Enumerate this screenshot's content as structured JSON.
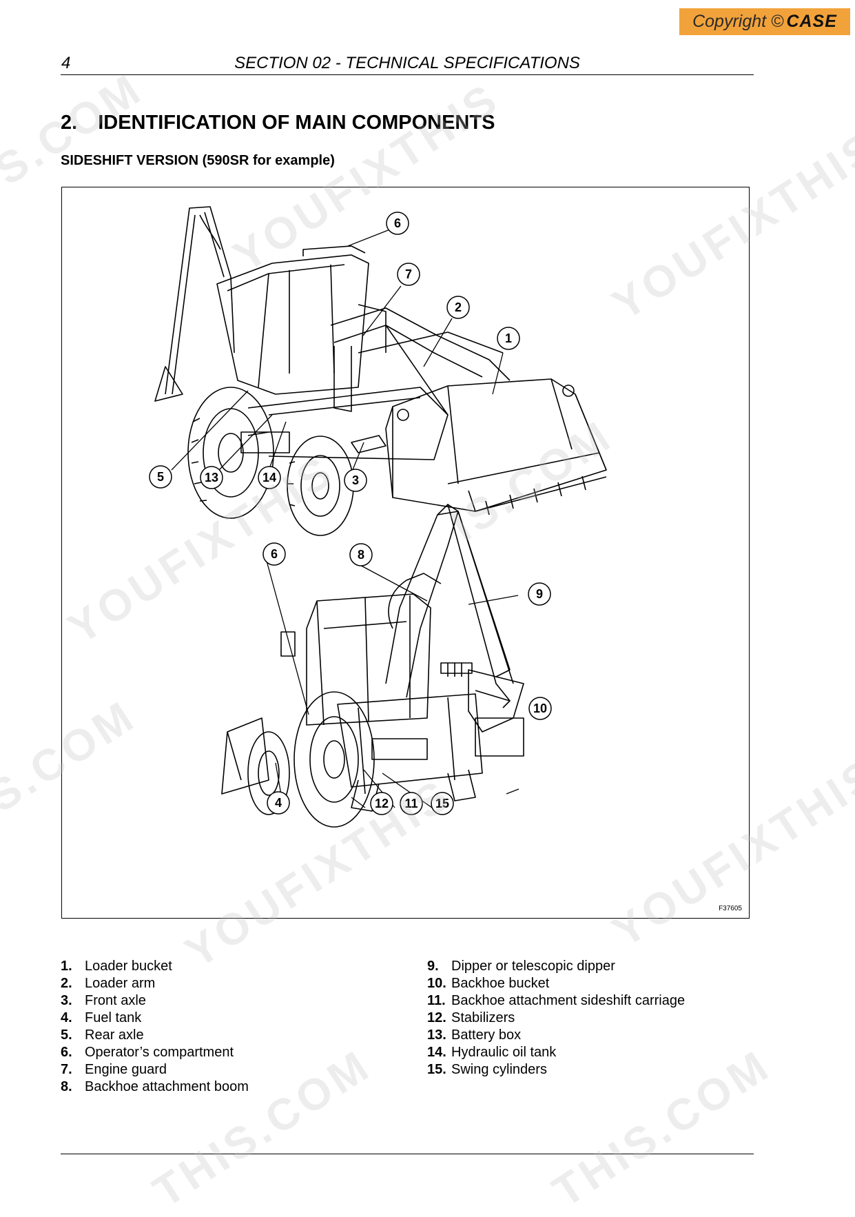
{
  "copyright": {
    "text": "Copyright ©",
    "brand": "CASE"
  },
  "header": {
    "page_number": "4",
    "section_title": "SECTION 02 - TECHNICAL SPECIFICATIONS"
  },
  "heading": {
    "number": "2.",
    "title": "IDENTIFICATION OF MAIN COMPONENTS"
  },
  "subheading": "SIDESHIFT VERSION (590SR for example)",
  "figure": {
    "code": "F37605",
    "top_callouts": [
      "6",
      "7",
      "2",
      "1",
      "5",
      "13",
      "14",
      "3"
    ],
    "bottom_callouts": [
      "6",
      "8",
      "9",
      "10",
      "4",
      "12",
      "11",
      "15"
    ]
  },
  "legend_left": [
    {
      "num": "1.",
      "label": "Loader bucket"
    },
    {
      "num": "2.",
      "label": "Loader arm"
    },
    {
      "num": "3.",
      "label": "Front axle"
    },
    {
      "num": "4.",
      "label": "Fuel tank"
    },
    {
      "num": "5.",
      "label": "Rear axle"
    },
    {
      "num": "6.",
      "label": "Operator’s compartment"
    },
    {
      "num": "7.",
      "label": "Engine guard"
    },
    {
      "num": "8.",
      "label": "Backhoe attachment boom"
    }
  ],
  "legend_right": [
    {
      "num": "9.",
      "label": "Dipper or telescopic dipper"
    },
    {
      "num": "10.",
      "label": "Backhoe bucket"
    },
    {
      "num": "11.",
      "label": "Backhoe attachment sideshift carriage"
    },
    {
      "num": "12.",
      "label": "Stabilizers"
    },
    {
      "num": "13.",
      "label": "Battery box"
    },
    {
      "num": "14.",
      "label": "Hydraulic oil tank"
    },
    {
      "num": "15.",
      "label": "Swing cylinders"
    }
  ],
  "watermark_text": [
    "YOUFIXTHIS",
    "YOUFIXTHIS.COM",
    "S.COM",
    "IS.COM",
    "THIS.COM"
  ],
  "colors": {
    "copyright_bg": "#f2a23a",
    "watermark": "#bebebe"
  }
}
